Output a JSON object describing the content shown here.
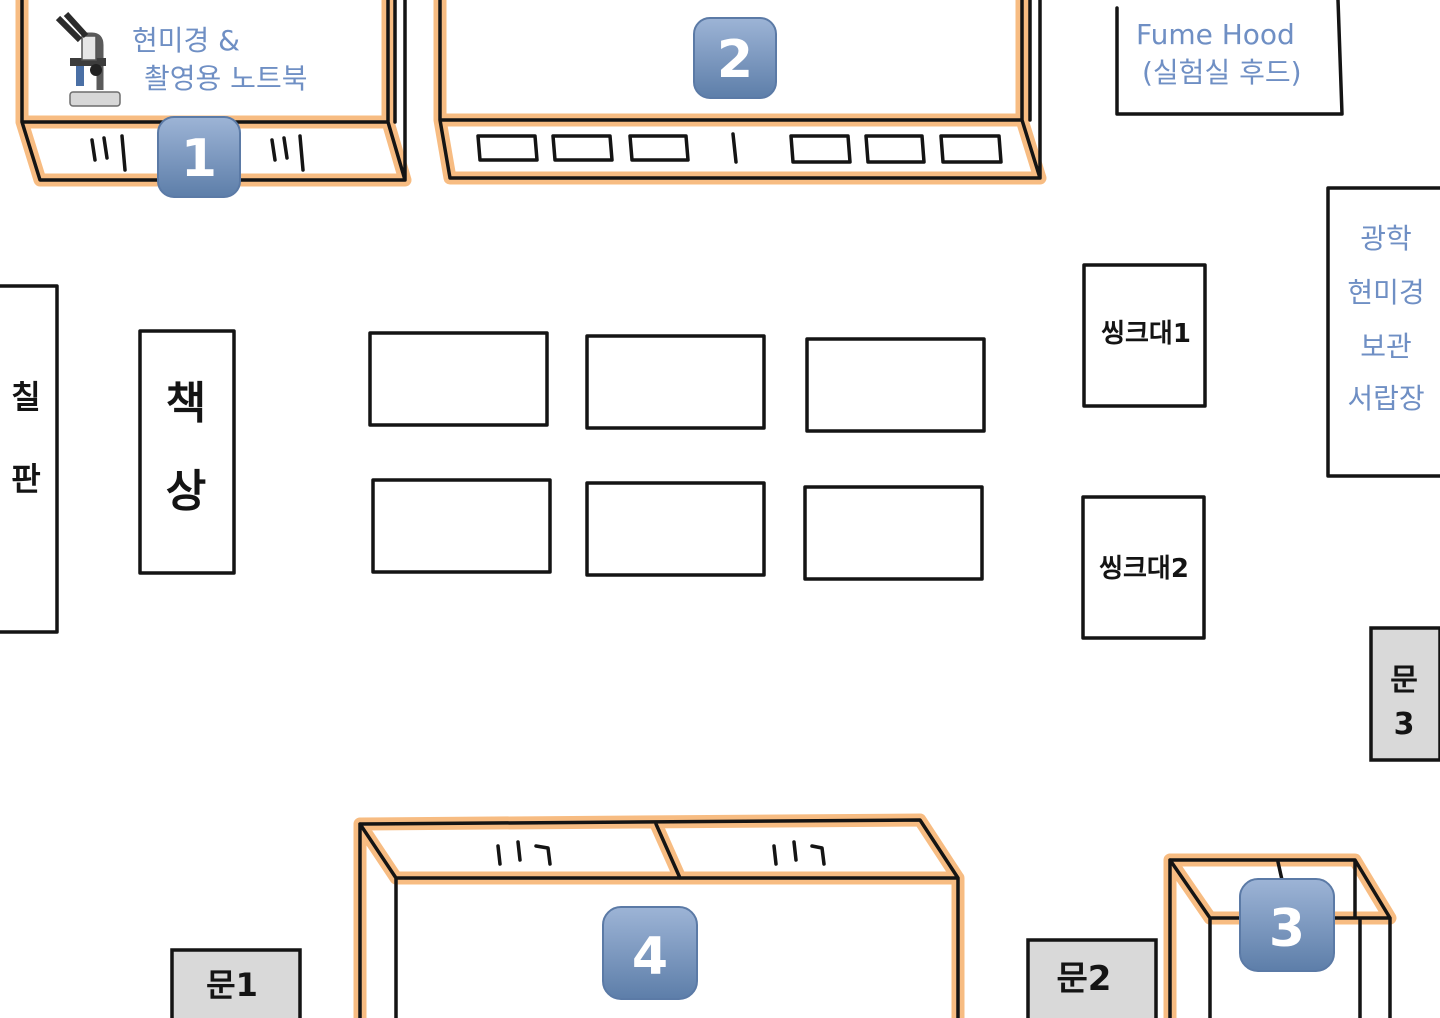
{
  "labels": {
    "microscope_area": [
      "현미경 &",
      "촬영용 노트북"
    ],
    "fume_hood": [
      "Fume Hood",
      "(실험실 후드)"
    ],
    "cabinet": [
      "광학",
      "현미경",
      "보관",
      "서랍장"
    ],
    "sink1": "씽크대1",
    "sink2": "씽크대2",
    "blackboard": [
      "칠",
      "판"
    ],
    "teacher_desk": [
      "책",
      "상"
    ],
    "door1": "문1",
    "door2": "문2",
    "door3": [
      "문",
      "3"
    ]
  },
  "badges": [
    "1",
    "2",
    "3",
    "4"
  ],
  "icons": {
    "microscope": "microscope-icon"
  },
  "colors": {
    "highlight": "#f6b06c",
    "badge": "#6e8db8",
    "text_blue": "#6f8fc4",
    "door_fill": "#d9d9d9"
  }
}
